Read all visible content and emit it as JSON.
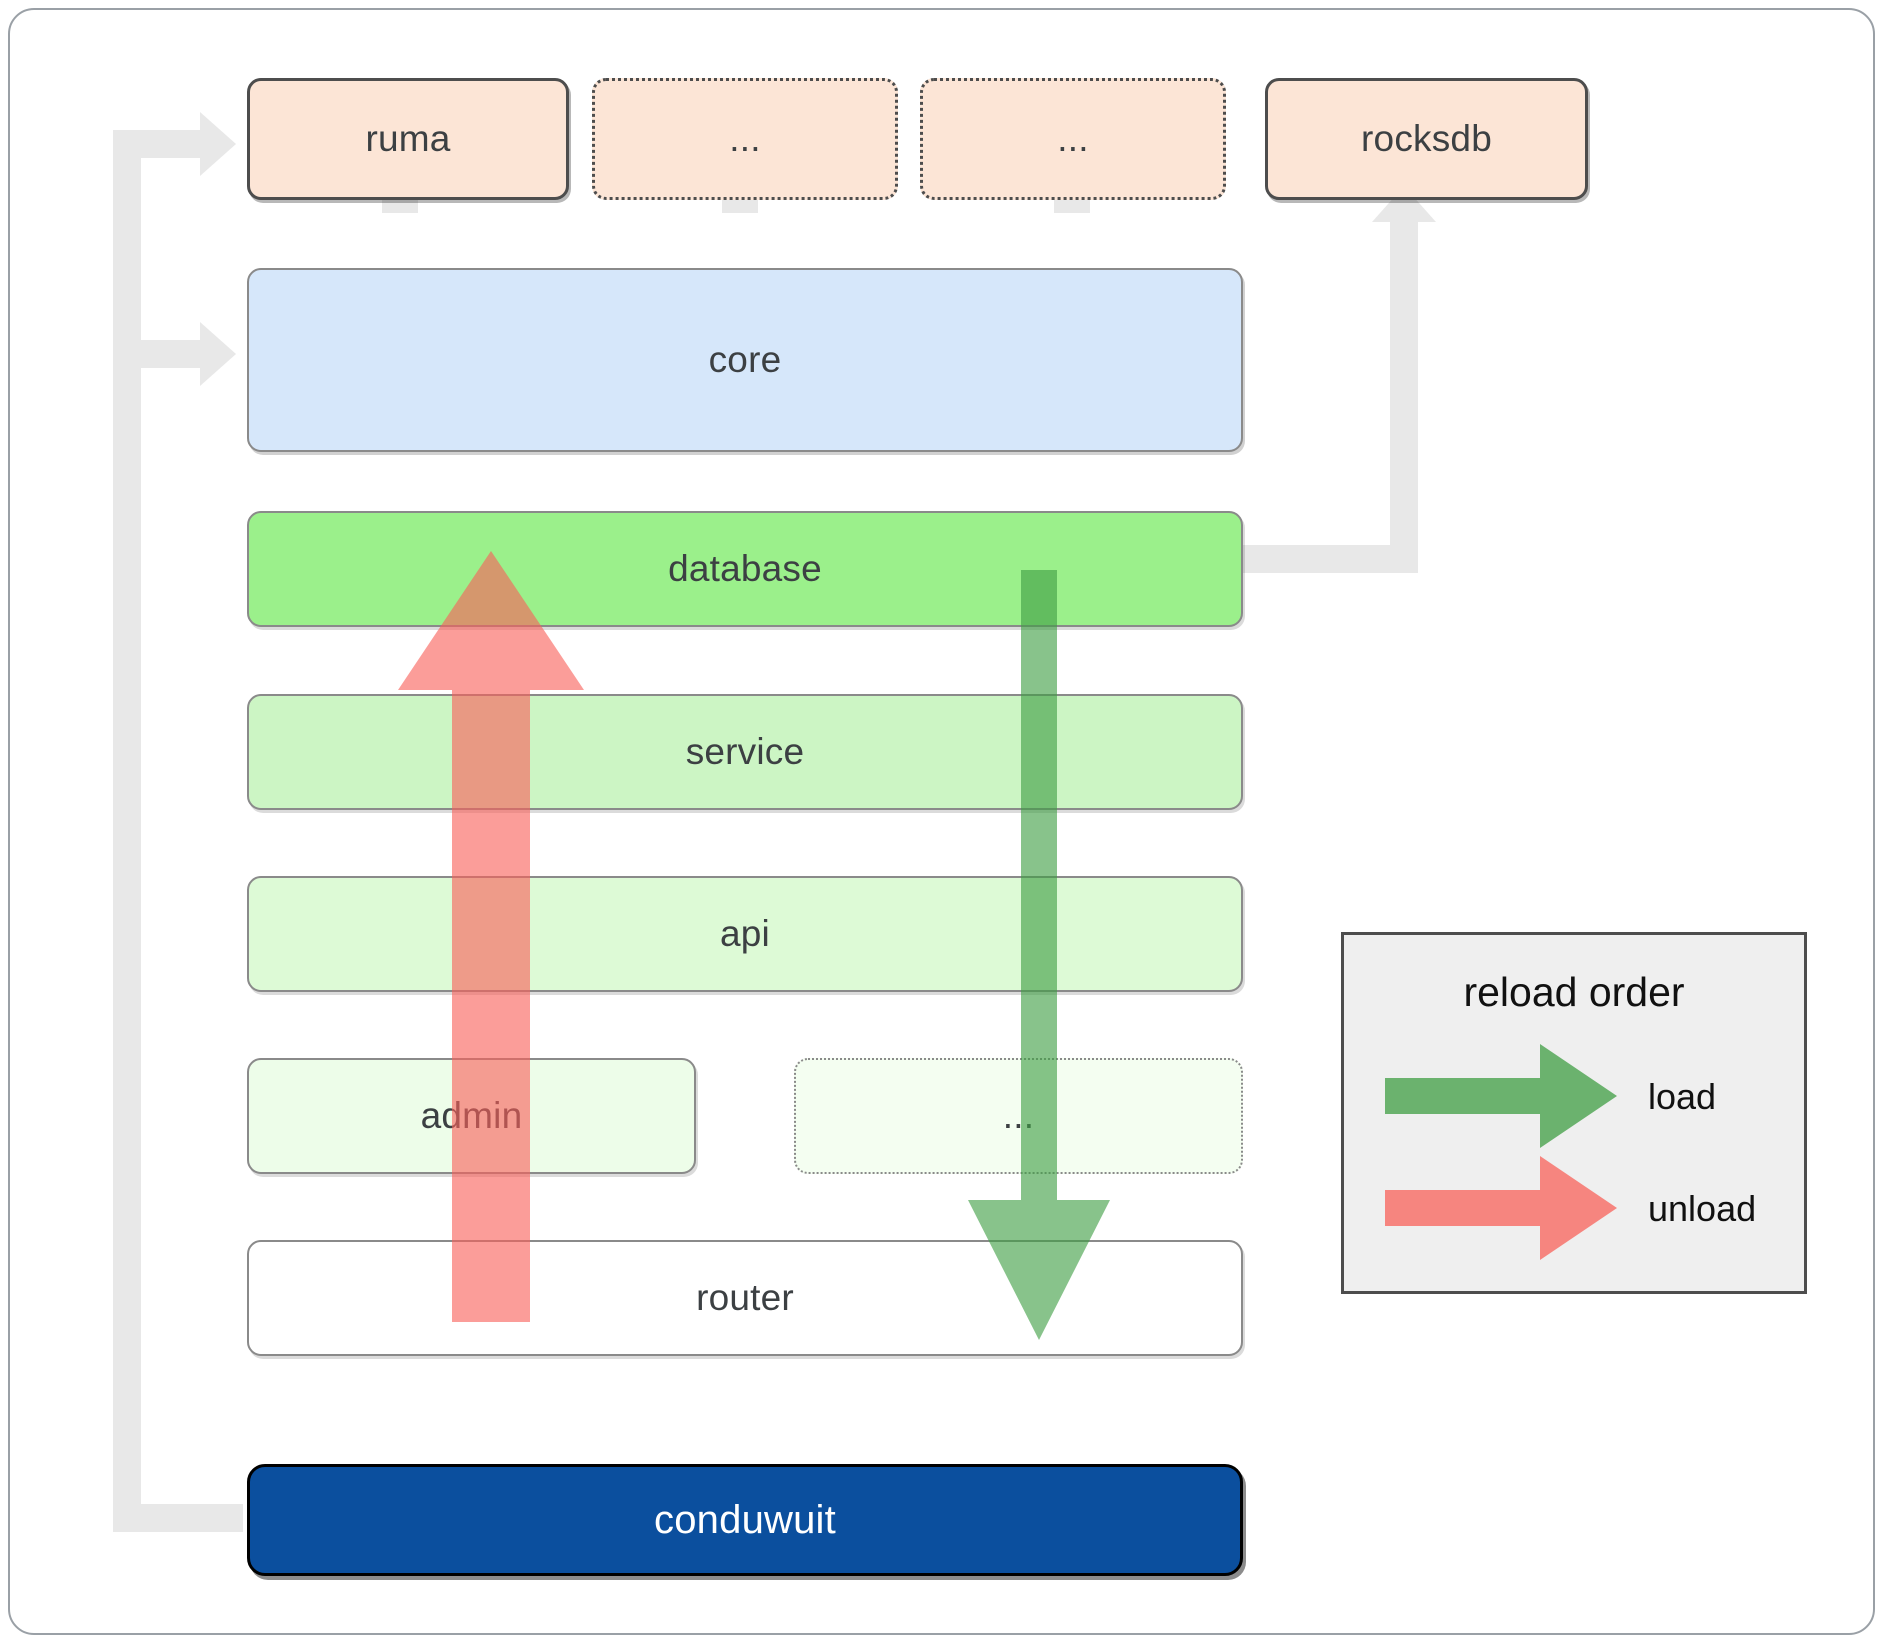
{
  "diagram": {
    "title": "conduwuit crate / reload order architecture",
    "colors": {
      "dependency_fill": "#fce5d6",
      "dependency_stroke": "#4d4d4d",
      "core_fill": "#d6e7fa",
      "core_stroke": "#8a8a8a",
      "database_fill": "#9bf08b",
      "service_fill": "#ccf5c4",
      "api_fill": "#ddfad6",
      "admin_fill": "#edfde9",
      "router_fill": "#ffffff",
      "app_fill": "#0b4f9e",
      "app_text": "#ffffff",
      "connector_gray": "#e8e8e8",
      "load_arrow": "#4caf50",
      "unload_arrow": "#f87171",
      "legend_fill": "#efefef",
      "legend_stroke": "#4d4d4d"
    },
    "dependencies": [
      {
        "id": "ruma",
        "label": "ruma",
        "style": "solid"
      },
      {
        "id": "dep2",
        "label": "...",
        "style": "dotted"
      },
      {
        "id": "dep3",
        "label": "...",
        "style": "dotted"
      },
      {
        "id": "rocksdb",
        "label": "rocksdb",
        "style": "solid"
      }
    ],
    "core": {
      "id": "core",
      "label": "core"
    },
    "layers": [
      {
        "id": "database",
        "label": "database",
        "style": "solid"
      },
      {
        "id": "service",
        "label": "service",
        "style": "solid"
      },
      {
        "id": "api",
        "label": "api",
        "style": "solid"
      },
      {
        "id": "admin",
        "label": "admin",
        "style": "solid"
      },
      {
        "id": "extra",
        "label": "...",
        "style": "dotted"
      },
      {
        "id": "router",
        "label": "router",
        "style": "solid"
      }
    ],
    "app": {
      "id": "conduwuit",
      "label": "conduwuit"
    },
    "legend": {
      "title": "reload order",
      "entries": [
        {
          "id": "load",
          "label": "load",
          "color": "#4caf50"
        },
        {
          "id": "unload",
          "label": "unload",
          "color": "#f87171"
        }
      ]
    },
    "flow_arrows": {
      "load_direction": "down",
      "unload_direction": "up"
    }
  }
}
